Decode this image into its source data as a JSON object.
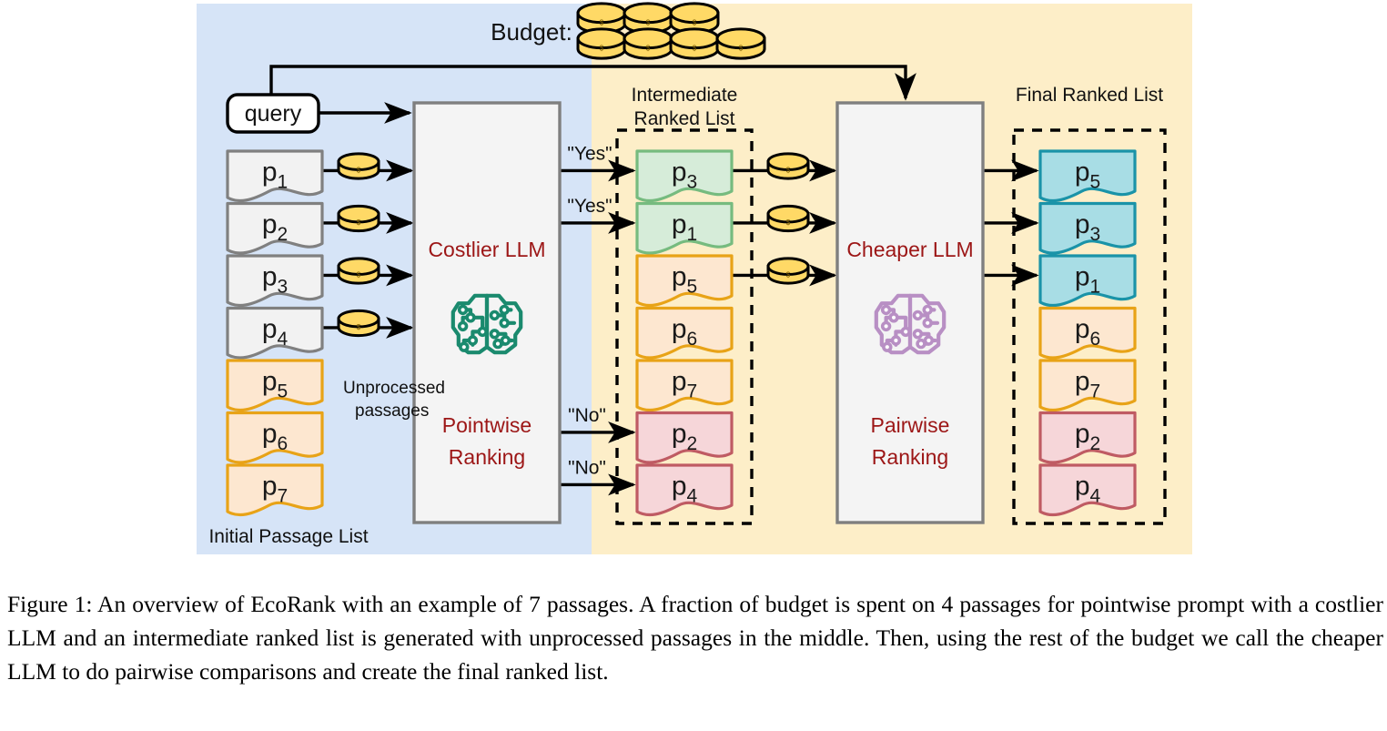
{
  "figure": {
    "budget_label": "Budget:",
    "budget_coins_top_row": 3,
    "budget_coins_bottom_row": 4,
    "query_box_label": "query",
    "initial_list_label": "Initial Passage List",
    "unprocessed_label_line1": "Unprocessed",
    "unprocessed_label_line2": "passages",
    "intermediate_label_line1": "Intermediate",
    "intermediate_label_line2": "Ranked List",
    "final_label": "Final Ranked List",
    "left_llm": {
      "title": "Costlier LLM",
      "subtitle_line1": "Pointwise",
      "subtitle_line2": "Ranking",
      "icon": "brain-circuit-icon",
      "icon_color": "#1a8a6e"
    },
    "right_llm": {
      "title": "Cheaper LLM",
      "subtitle_line1": "Pairwise",
      "subtitle_line2": "Ranking",
      "icon": "brain-circuit-icon",
      "icon_color": "#b88fc4"
    },
    "edge_labels": {
      "yes_1": "\"Yes\"",
      "yes_2": "\"Yes\"",
      "no_1": "\"No\"",
      "no_2": "\"No\""
    },
    "initial_passages": [
      {
        "label": "p",
        "sub": "1",
        "state": "processed",
        "coin": true
      },
      {
        "label": "p",
        "sub": "2",
        "state": "processed",
        "coin": true
      },
      {
        "label": "p",
        "sub": "3",
        "state": "processed",
        "coin": true
      },
      {
        "label": "p",
        "sub": "4",
        "state": "processed",
        "coin": true
      },
      {
        "label": "p",
        "sub": "5",
        "state": "unprocessed",
        "coin": false
      },
      {
        "label": "p",
        "sub": "6",
        "state": "unprocessed",
        "coin": false
      },
      {
        "label": "p",
        "sub": "7",
        "state": "unprocessed",
        "coin": false
      }
    ],
    "intermediate_passages": [
      {
        "label": "p",
        "sub": "3",
        "state": "relevant",
        "coin": true
      },
      {
        "label": "p",
        "sub": "1",
        "state": "relevant",
        "coin": true
      },
      {
        "label": "p",
        "sub": "5",
        "state": "unprocessed",
        "coin": true
      },
      {
        "label": "p",
        "sub": "6",
        "state": "unprocessed",
        "coin": false
      },
      {
        "label": "p",
        "sub": "7",
        "state": "unprocessed",
        "coin": false
      },
      {
        "label": "p",
        "sub": "2",
        "state": "irrelevant",
        "coin": false
      },
      {
        "label": "p",
        "sub": "4",
        "state": "irrelevant",
        "coin": false
      }
    ],
    "final_passages": [
      {
        "label": "p",
        "sub": "5",
        "state": "final"
      },
      {
        "label": "p",
        "sub": "3",
        "state": "final"
      },
      {
        "label": "p",
        "sub": "1",
        "state": "final"
      },
      {
        "label": "p",
        "sub": "6",
        "state": "unprocessed"
      },
      {
        "label": "p",
        "sub": "7",
        "state": "unprocessed"
      },
      {
        "label": "p",
        "sub": "2",
        "state": "irrelevant"
      },
      {
        "label": "p",
        "sub": "4",
        "state": "irrelevant"
      }
    ],
    "colors": {
      "panel_left_bg": "#d6e4f7",
      "panel_right_bg": "#fdeec8",
      "llm_box_bg": "#f4f4f4",
      "llm_box_border": "#7f7f7f",
      "llm_text": "#9c1616",
      "passage_processed_fill": "#f2f2f2",
      "passage_processed_stroke": "#808080",
      "passage_unprocessed_fill": "#fde7d0",
      "passage_unprocessed_stroke": "#e8a317",
      "passage_relevant_fill": "#d6ecd9",
      "passage_relevant_stroke": "#76bb7f",
      "passage_irrelevant_fill": "#f6d6d9",
      "passage_irrelevant_stroke": "#bf5b63",
      "passage_final_fill": "#a8dde5",
      "passage_final_stroke": "#1a93a8",
      "coin_fill": "#ffd966",
      "coin_stroke": "#000000",
      "arrow": "#000000"
    }
  },
  "caption": {
    "text": "Figure 1: An overview of EcoRank with an example of 7 passages. A fraction of budget is spent on 4 passages for pointwise prompt with a costlier LLM and an intermediate ranked list is generated with unprocessed passages in the middle. Then, using the rest of the budget we call the cheaper LLM to do pairwise comparisons and create the final ranked list."
  }
}
